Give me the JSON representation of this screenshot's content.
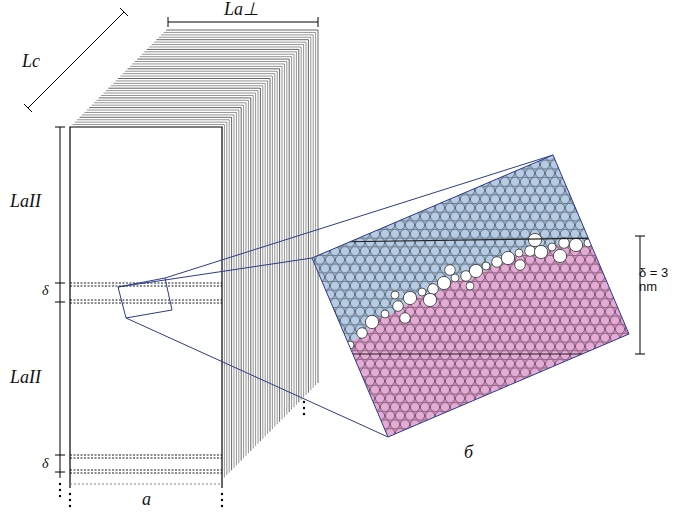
{
  "diagram": {
    "labels": [
      "Lc",
      "La⊥",
      "LaII",
      "δ",
      "LaII",
      "δ",
      "а",
      "б",
      "δ = 3 nm"
    ]
  }
}
